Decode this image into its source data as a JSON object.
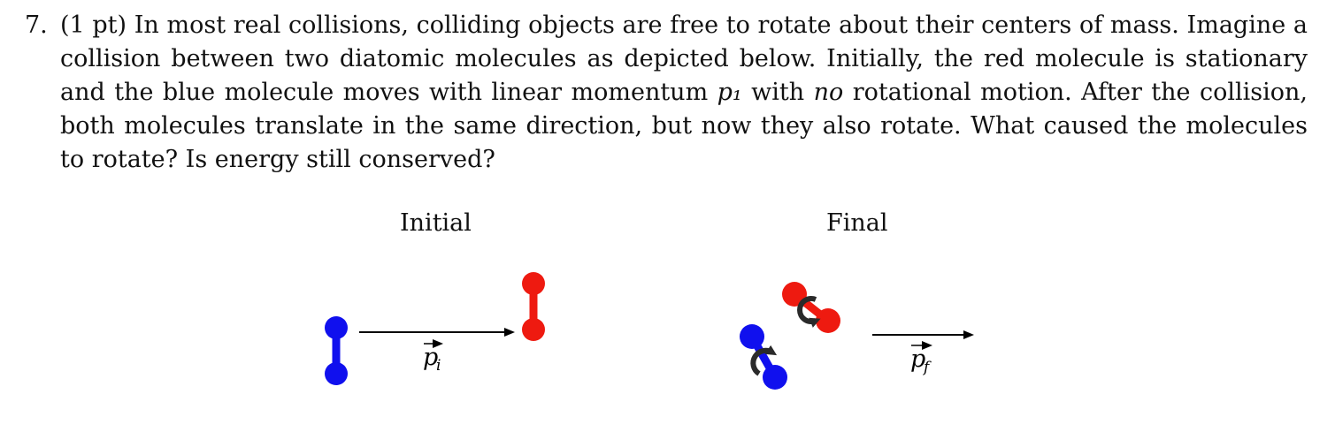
{
  "problem": {
    "number": "7.",
    "points": "(1 pt)",
    "text_part1": "In most real collisions, colliding objects are free to rotate about their centers of mass. Imagine a collision between two diatomic molecules as depicted below. Initially, the red molecule is stationary and the blue molecule moves with linear momentum",
    "momentum_symbol": "p₁",
    "text_part2": "with",
    "emphasis": "no",
    "text_part3": "rotational motion. After the collision, both molecules translate in the same direction, but now they also rotate. What caused the molecules to rotate? Is energy still conserved?"
  },
  "figure": {
    "initial_label": "Initial",
    "final_label": "Final",
    "initial_momentum_label": "p",
    "initial_momentum_sub": "i",
    "final_momentum_label": "p",
    "final_momentum_sub": "f",
    "colors": {
      "blue_molecule": "#1010ee",
      "red_molecule": "#ee1a10",
      "arrow": "#000000",
      "rotation_arrow": "#2a2a2a"
    }
  }
}
